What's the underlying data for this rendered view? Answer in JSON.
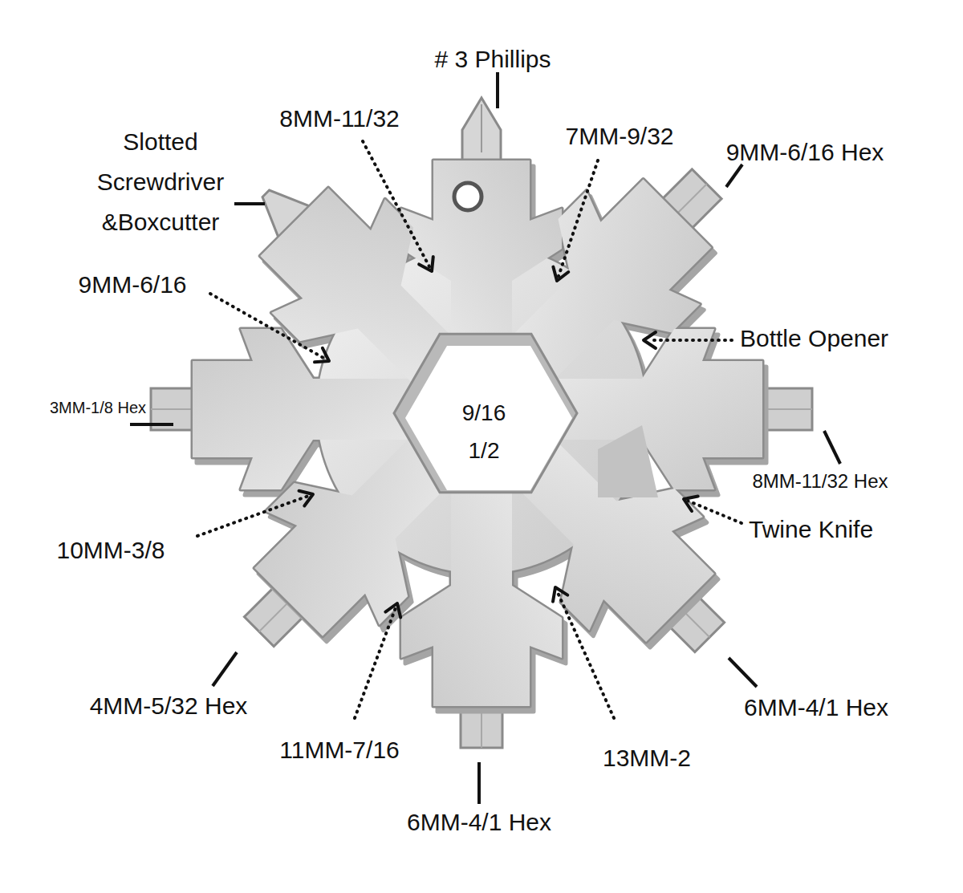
{
  "diagram": {
    "labels": [
      "# 3 Phillips",
      "8MM-11/32",
      "7MM-9/32",
      "9MM-6/16 Hex",
      "Slotted Screwdriver &Boxcutter",
      "9MM-6/16",
      "Bottle Opener",
      "3MM-1/8 Hex",
      "9/16",
      "1/2",
      "8MM-11/32 Hex",
      "10MM-3/8",
      "Twine Knife",
      "4MM-5/32 Hex",
      "11MM-7/16",
      "13MM-2",
      "6MM-4/1 Hex",
      "6MM-4/1 Hex"
    ]
  }
}
